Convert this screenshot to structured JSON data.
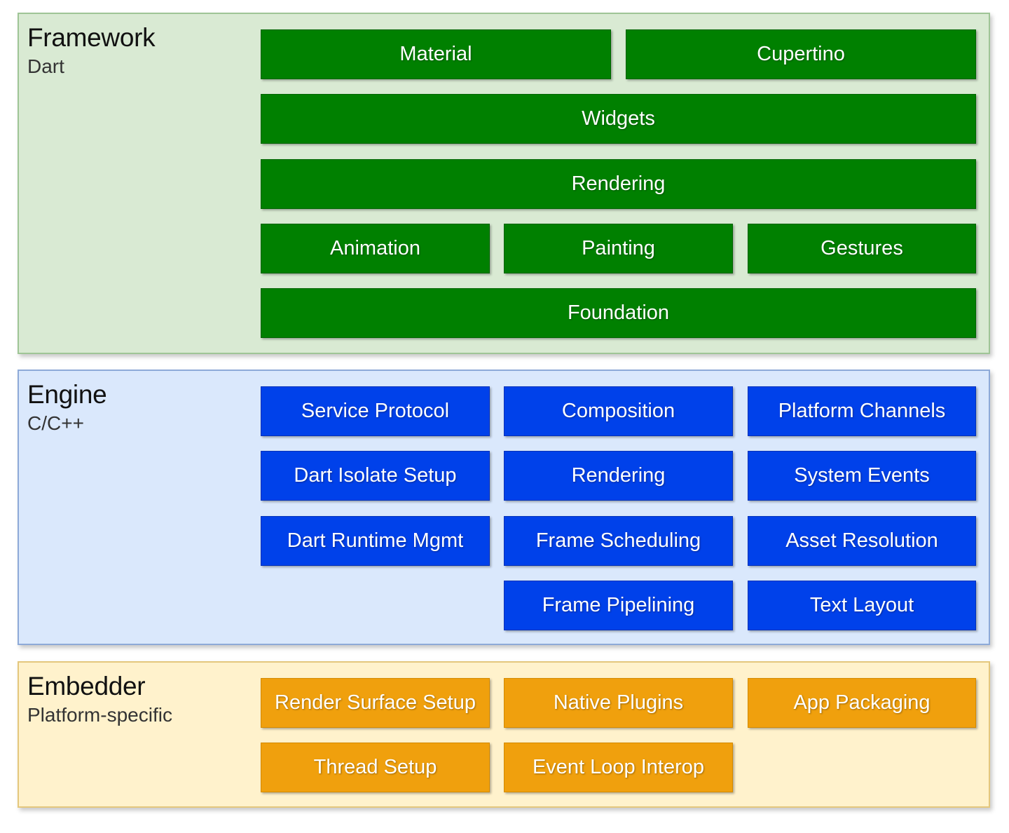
{
  "colors": {
    "framework_bg": "#d9ead3",
    "framework_border": "#9fc596",
    "framework_block": "#008000",
    "engine_bg": "#dae8fc",
    "engine_border": "#8eaad8",
    "engine_block": "#0041ea",
    "embedder_bg": "#fff2cc",
    "embedder_border": "#e4c77d",
    "embedder_block": "#f0a00d"
  },
  "framework": {
    "title": "Framework",
    "subtitle": "Dart",
    "blocks": [
      "Material",
      "Cupertino",
      "Widgets",
      "Rendering",
      "Animation",
      "Painting",
      "Gestures",
      "Foundation"
    ]
  },
  "engine": {
    "title": "Engine",
    "subtitle": "C/C++",
    "blocks": [
      "Service Protocol",
      "Composition",
      "Platform Channels",
      "Dart Isolate Setup",
      "Rendering",
      "System Events",
      "Dart Runtime Mgmt",
      "Frame Scheduling",
      "Asset Resolution",
      "Frame Pipelining",
      "Text Layout"
    ]
  },
  "embedder": {
    "title": "Embedder",
    "subtitle": "Platform-specific",
    "blocks": [
      "Render Surface Setup",
      "Native Plugins",
      "App Packaging",
      "Thread Setup",
      "Event Loop Interop"
    ]
  }
}
